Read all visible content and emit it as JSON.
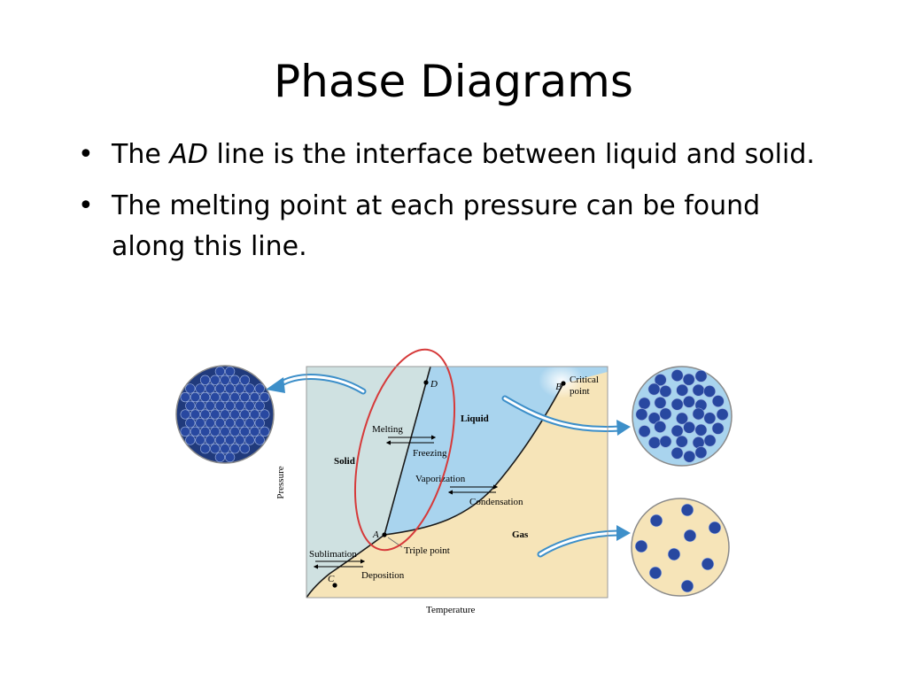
{
  "slide": {
    "title": "Phase Diagrams",
    "bullets": [
      {
        "marker": "•",
        "before": "The ",
        "italic": "AD",
        "after": " line is the interface between liquid and solid."
      },
      {
        "marker": "•",
        "before": "The melting point at each pressure can be found along this line.",
        "italic": "",
        "after": ""
      }
    ]
  },
  "diagram": {
    "regions": {
      "solid": "Solid",
      "liquid": "Liquid",
      "gas": "Gas"
    },
    "points": {
      "a": "A",
      "b": "B",
      "c": "C",
      "d": "D"
    },
    "labels": {
      "critical_1": "Critical",
      "critical_2": "point",
      "triple": "Triple point",
      "melting": "Melting",
      "freezing": "Freezing",
      "vaporization": "Vaporization",
      "condensation": "Condensation",
      "sublimation": "Sublimation",
      "deposition": "Deposition"
    },
    "axes": {
      "x": "Temperature",
      "y": "Pressure"
    },
    "colors": {
      "solid": "#cfe1e1",
      "liquid": "#a9d4ee",
      "gas": "#f6e4b8",
      "highlight": "#d63a3a",
      "arrow": "#3d8fc9",
      "particle": "#2848a0"
    }
  }
}
